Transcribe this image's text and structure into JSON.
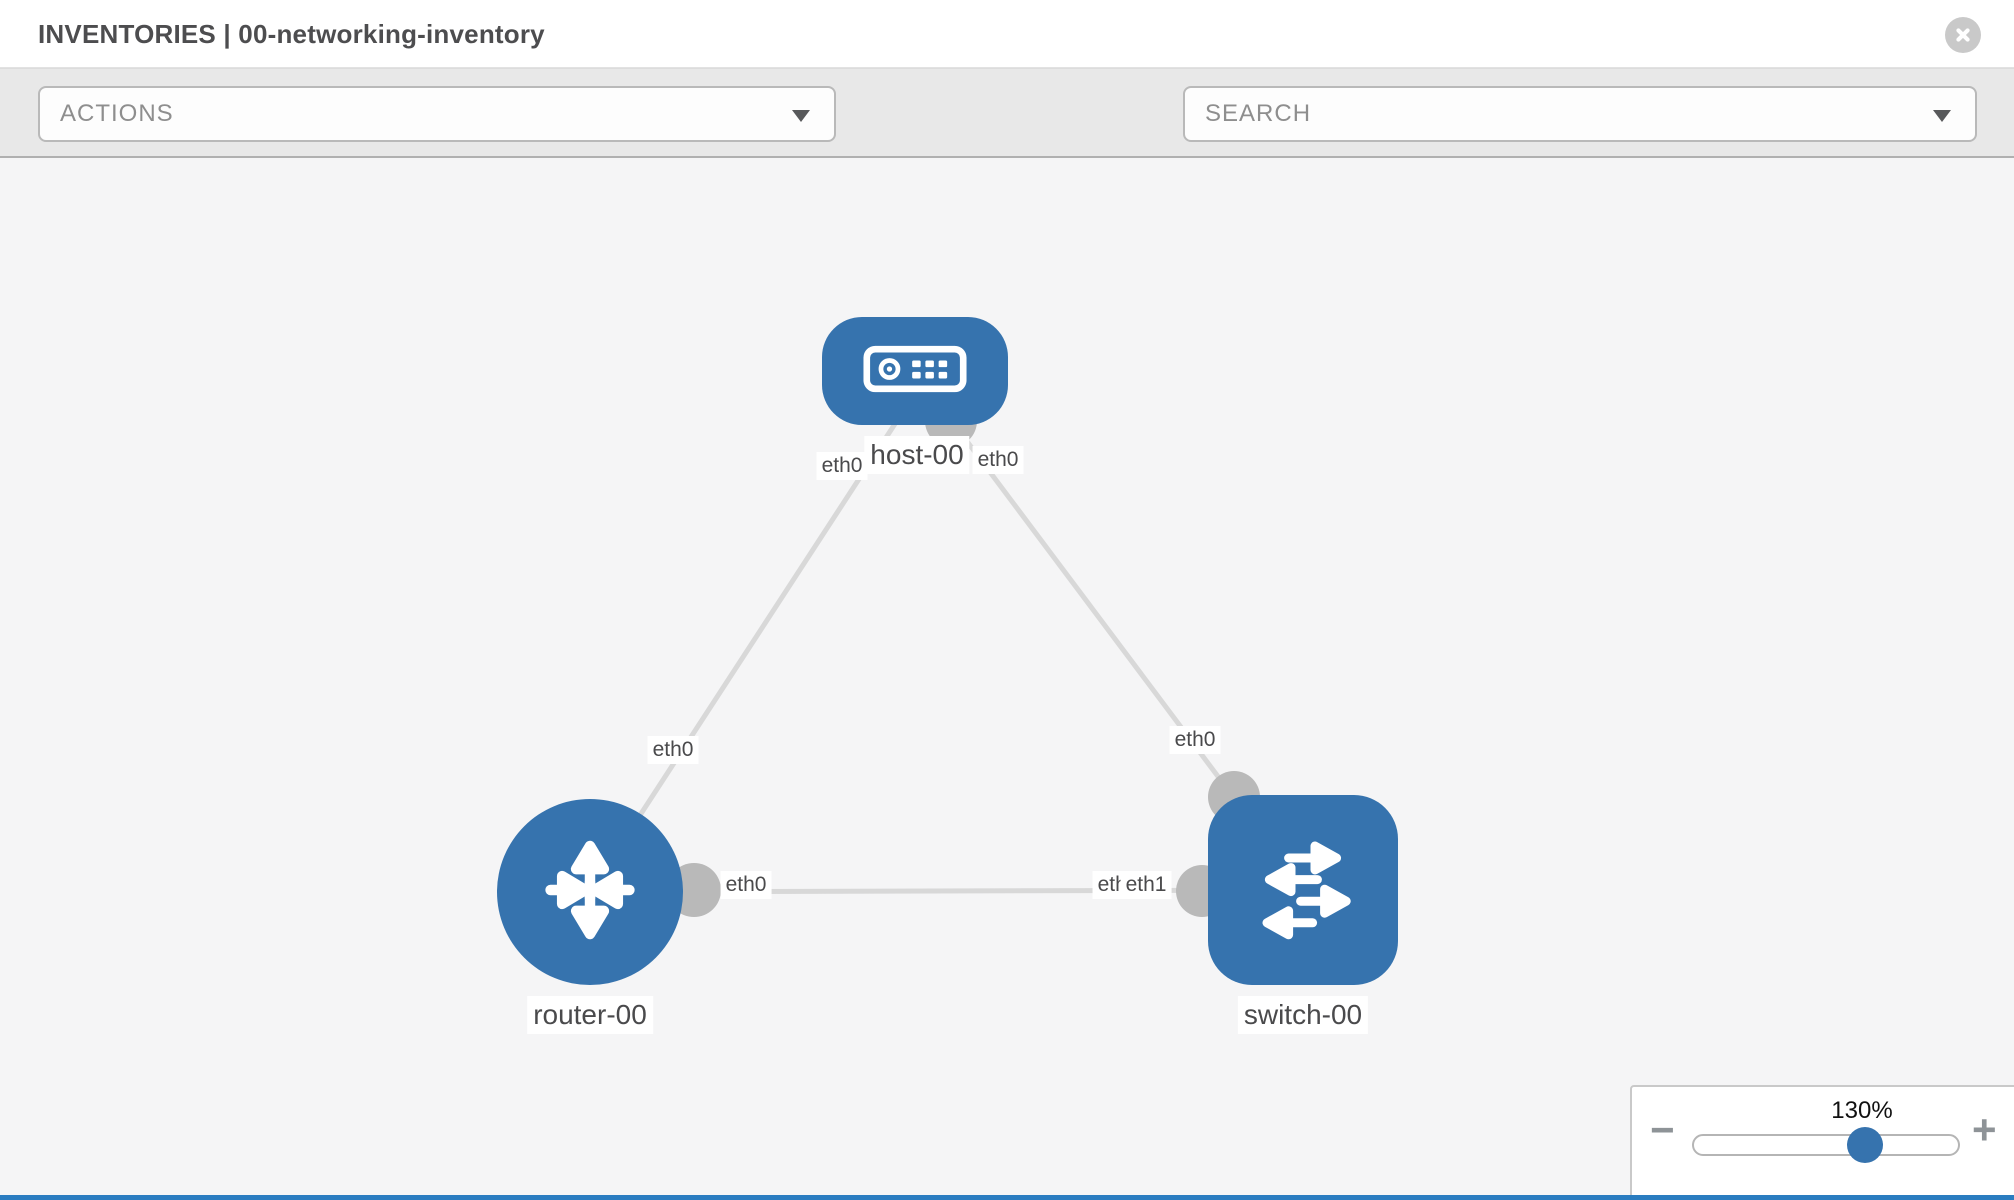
{
  "header": {
    "title": "INVENTORIES | 00-networking-inventory"
  },
  "toolbar": {
    "actions_label": "ACTIONS",
    "search_label": "SEARCH",
    "icons": [
      "wrench-icon",
      "key-icon"
    ]
  },
  "diagram": {
    "nodes": {
      "host": {
        "label": "host-00",
        "type": "host",
        "shape": "rounded-rect"
      },
      "router": {
        "label": "router-00",
        "type": "router",
        "shape": "circle"
      },
      "switch": {
        "label": "switch-00",
        "type": "switch",
        "shape": "rounded-square"
      }
    },
    "links": [
      {
        "from": "router-00",
        "to": "host-00"
      },
      {
        "from": "host-00",
        "to": "switch-00"
      },
      {
        "from": "router-00",
        "to": "switch-00"
      }
    ],
    "interfaces": {
      "host_to_router": "eth0",
      "host_to_switch": "eth0",
      "router_to_host": "eth0",
      "router_to_switch": "eth0",
      "switch_to_host": "eth0",
      "switch_hidden": "eth0",
      "switch_to_router": "eth1"
    }
  },
  "zoom_control": {
    "value": "130%",
    "minus_label": "−",
    "plus_label": "+"
  },
  "colors": {
    "node_blue": "#3673ae",
    "link_gray": "#d8d8d8",
    "endpoint_gray": "#b9b9b9",
    "toolbar_bg": "#e8e8e8",
    "canvas_bg": "#f5f5f6",
    "footer_accent": "#2a7cc0",
    "label_text": "#4a4a4c"
  }
}
